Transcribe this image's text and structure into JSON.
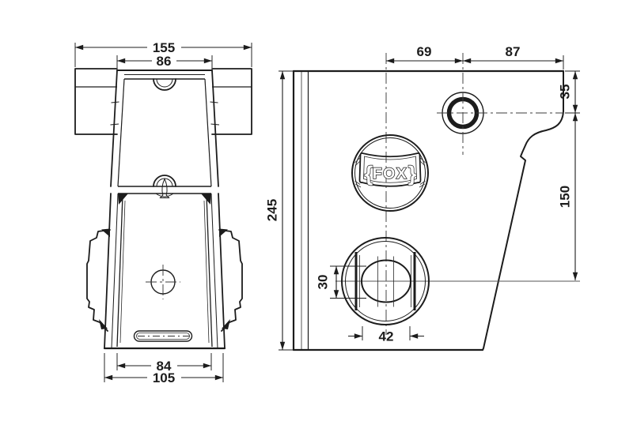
{
  "colors": {
    "background": "#ffffff",
    "line": "#1c1c1c",
    "centerline": "#555555"
  },
  "drawing": {
    "logo": {
      "brace_left": "{",
      "text": "FOX",
      "brace_right": "}"
    },
    "front_view": {
      "dims": {
        "overall_width": "155",
        "upper_width": "86",
        "base_inner_width": "84",
        "base_overall_width": "105"
      }
    },
    "side_view": {
      "dims": {
        "center_to_hole": "69",
        "hole_to_edge": "87",
        "top_to_hole": "35",
        "hole_spacing": "150",
        "overall_height": "245",
        "slot_height": "30",
        "slot_width": "42"
      }
    }
  }
}
